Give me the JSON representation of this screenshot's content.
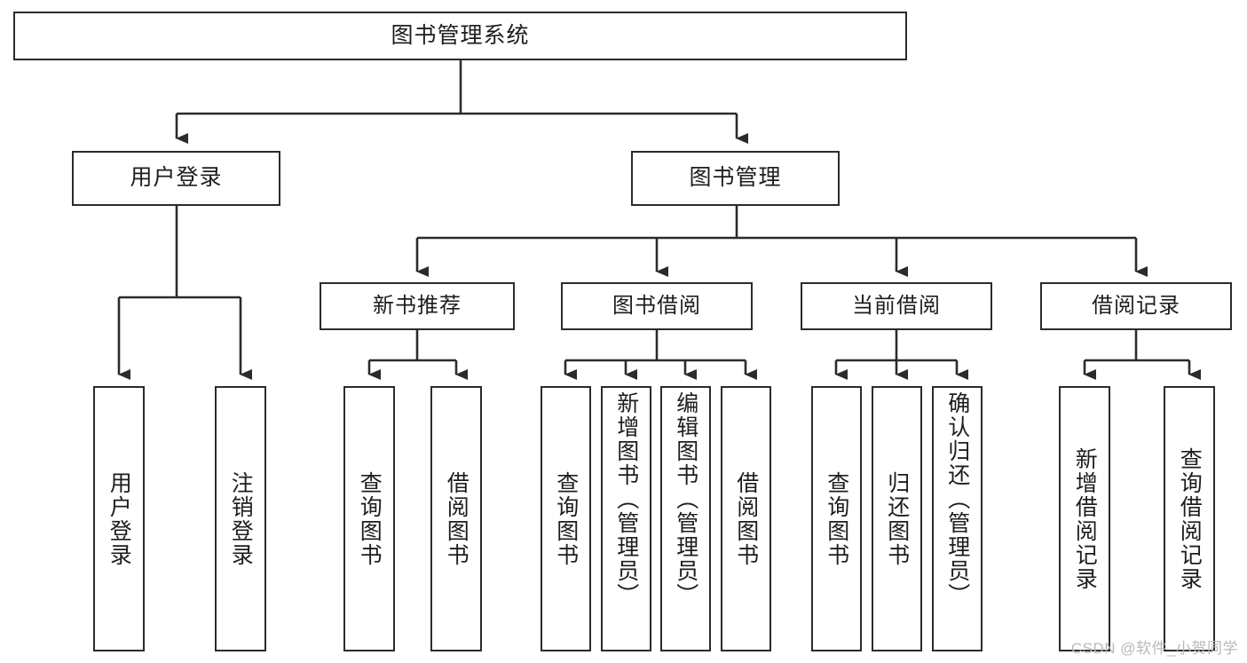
{
  "diagram": {
    "title": "图书管理系统",
    "type": "tree",
    "stroke_color": "#2b2b2b",
    "background_color": "#ffffff",
    "text_color": "#1d1d1d",
    "levels": {
      "root": {
        "label": "图书管理系统"
      },
      "level2": [
        {
          "label": "用户登录"
        },
        {
          "label": "图书管理"
        }
      ],
      "level3": [
        {
          "label": "新书推荐"
        },
        {
          "label": "图书借阅"
        },
        {
          "label": "当前借阅"
        },
        {
          "label": "借阅记录"
        }
      ],
      "leaves": [
        {
          "label": "用户登录",
          "parent": "用户登录"
        },
        {
          "label": "注销登录",
          "parent": "用户登录"
        },
        {
          "label": "查询图书",
          "parent": "新书推荐"
        },
        {
          "label": "借阅图书",
          "parent": "新书推荐"
        },
        {
          "label": "查询图书",
          "parent": "图书借阅"
        },
        {
          "label": "新增图书（管理员）",
          "parent": "图书借阅"
        },
        {
          "label": "编辑图书（管理员）",
          "parent": "图书借阅"
        },
        {
          "label": "借阅图书",
          "parent": "图书借阅"
        },
        {
          "label": "查询图书",
          "parent": "当前借阅"
        },
        {
          "label": "归还图书",
          "parent": "当前借阅"
        },
        {
          "label": "确认归还（管理员）",
          "parent": "当前借阅"
        },
        {
          "label": "新增借阅记录",
          "parent": "借阅记录"
        },
        {
          "label": "查询借阅记录",
          "parent": "借阅记录"
        }
      ]
    }
  },
  "watermark": {
    "text": "CSDN @软件_小贺同学"
  }
}
